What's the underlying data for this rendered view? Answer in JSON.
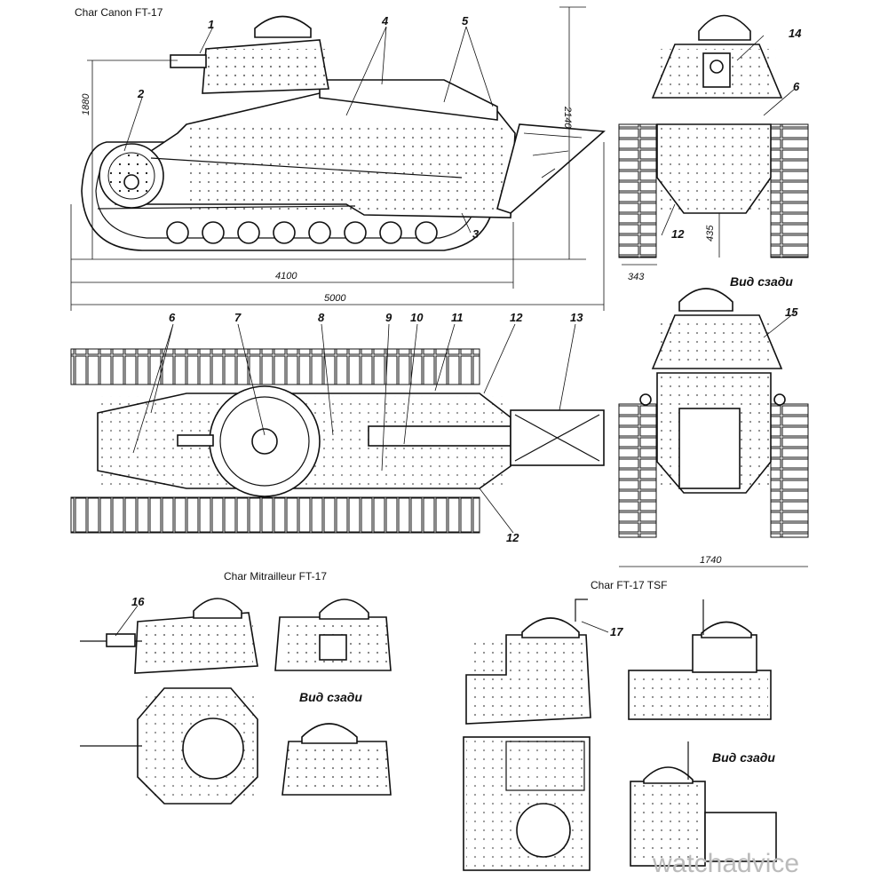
{
  "titles": {
    "canon": "Char Canon FT-17",
    "mitrailleur": "Char Mitrailleur FT-17",
    "tsf": "Char FT-17 TSF"
  },
  "rear_view_label": "Вид сзади",
  "dimensions": {
    "length_hull": "4100",
    "length_total": "5000",
    "height_total": "2140",
    "height_hull": "1880",
    "width_total": "1740",
    "clearance": "435",
    "track_width": "343"
  },
  "callouts": [
    "1",
    "2",
    "3",
    "4",
    "5",
    "6",
    "7",
    "8",
    "9",
    "10",
    "11",
    "12",
    "13",
    "14",
    "15",
    "16",
    "17"
  ],
  "watermark": "watchadvice",
  "colors": {
    "ink": "#111111",
    "paper": "#ffffff",
    "watermark": "#bbbbbb"
  }
}
